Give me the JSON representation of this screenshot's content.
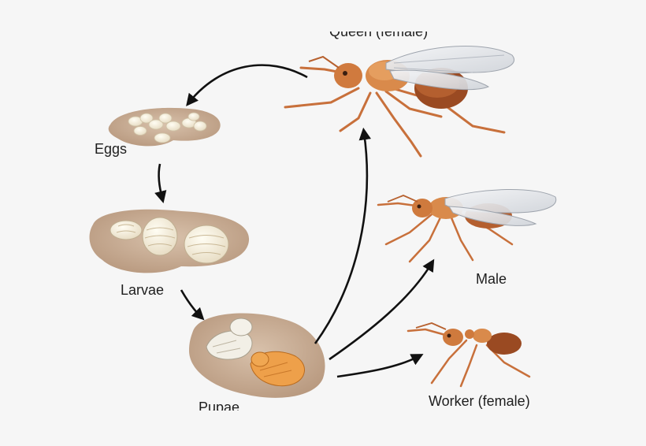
{
  "diagram": {
    "stages": {
      "eggs": "Eggs",
      "larvae": "Larvae",
      "pupae": "Pupae"
    },
    "adults": {
      "queen": "Queen (female)",
      "male": "Male",
      "worker": "Worker (female)"
    },
    "colors": {
      "background": "#f6f6f6",
      "nest": "#c9ad94",
      "ant_body": "#d98a4b",
      "ant_dark": "#a9562a",
      "wing": "#e6e8ec",
      "arrow": "#111111"
    }
  }
}
